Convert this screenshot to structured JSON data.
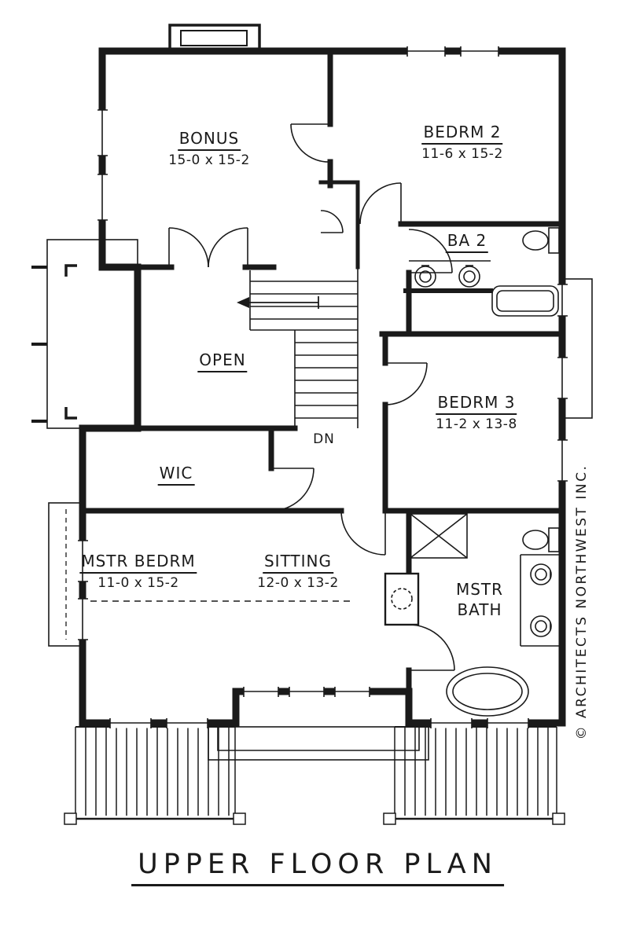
{
  "page": {
    "paper": "#ffffff",
    "ink": "#1a1a1a"
  },
  "title": {
    "text": "UPPER FLOOR PLAN"
  },
  "copyright": {
    "text": "© ARCHITECTS NORTHWEST INC."
  },
  "rooms": {
    "bonus": {
      "name": "BONUS",
      "dims": "15-0 x 15-2"
    },
    "bedrm2": {
      "name": "BEDRM 2",
      "dims": "11-6 x 15-2"
    },
    "ba2": {
      "name": "BA 2"
    },
    "open": {
      "name": "OPEN"
    },
    "bedrm3": {
      "name": "BEDRM 3",
      "dims": "11-2 x 13-8"
    },
    "wic": {
      "name": "WIC"
    },
    "mstr_bedrm": {
      "name": "MSTR BEDRM",
      "dims": "11-0 x 15-2"
    },
    "sitting": {
      "name": "SITTING",
      "dims": "12-0 x 13-2"
    },
    "mstr_bath": {
      "line1": "MSTR",
      "line2": "BATH"
    }
  },
  "stairs": {
    "direction_label": "DN"
  }
}
